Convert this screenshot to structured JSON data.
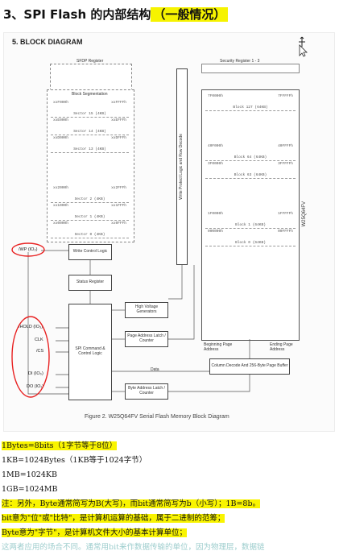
{
  "header": {
    "title_prefix": "3、SPI Flash 的内部结构",
    "title_highlight": "（一般情况）"
  },
  "diagram": {
    "section_title": "5.  BLOCK DIAGRAM",
    "sfdp_label": "SFDP Register",
    "security_label": "Security Register 1 - 3",
    "block_segmentation": "Block Segmentation",
    "sectors": [
      {
        "start": "xxF000h",
        "end": "xxFFFFh",
        "name": "Sector 15 (4KB)"
      },
      {
        "start": "xxE000h",
        "end": "xxEFFFh",
        "name": "Sector 14 (4KB)"
      },
      {
        "start": "xxD000h",
        "end": "xxDFFFh",
        "name": "Sector 13 (4KB)"
      },
      {
        "start": "xx2000h",
        "end": "xx2FFFh",
        "name": "Sector 2 (4KB)"
      },
      {
        "start": "xx1000h",
        "end": "xx1FFFh",
        "name": "Sector 1 (4KB)"
      },
      {
        "start": "xx0000h",
        "end": "xx0FFFh",
        "name": "Sector 0 (4KB)"
      }
    ],
    "blocks": [
      {
        "start": "7F0000h",
        "end": "7FFFFFh",
        "name": "Block 127 (64KB)"
      },
      {
        "start": "40F000h",
        "end": "40FFFFh",
        "name": "Block 64 (64KB)"
      },
      {
        "start": "3F0000h",
        "end": "3FFFFFh",
        "name": "Block 63 (64KB)"
      },
      {
        "start": "1F0000h",
        "end": "1FFFFFh",
        "name": "Block 1 (64KB)"
      },
      {
        "start": "000000h",
        "end": "00FFFFh",
        "name": "Block 0 (64KB)"
      }
    ],
    "chip_label": "W25Q64FV",
    "wp_logic": "Write Protect Logic and Row Decode",
    "write_control": "Write Control Logic",
    "status_register": "Status Register",
    "hv_generators": "High Voltage Generators",
    "spi_logic": "SPI Command & Control Logic",
    "page_address": "Page Address Latch / Counter",
    "byte_address": "Byte Address Latch / Counter",
    "column_decode": "Column Decode And 256-Byte Page Buffer",
    "beginning_page": "Beginning Page Address",
    "ending_page": "Ending Page Address",
    "data_label": "Data",
    "pins": {
      "wp": "/WP (IO₂)",
      "hold": "/HOLD (IO₃)",
      "clk": "CLK",
      "cs": "/CS",
      "di": "DI (IO₀)",
      "do": "DO (IO₁)"
    },
    "caption": "Figure 2.  W25Q64FV Serial Flash Memory Block Diagram"
  },
  "notes": [
    "1Bytes=8bits（1字节等于8位）",
    "1KB=1024Bytes（1KB等于1024字节）",
    "1MB=1024KB",
    "1GB=1024MB",
    "注：另外，Byte通常简写为B(大写)，而bit通常简写为b（小写）；1B=8b。",
    "bit意为\"位\"或\"比特\"，是计算机运算的基础，属于二进制的范筹；",
    "Byte意为\"字节\"，是计算机文件大小的基本计算单位；",
    "这两者应用的场合不同。通常用bit来作数据传输的单位，因为物理层，数据链"
  ],
  "colors": {
    "highlight": "#f6f300",
    "annotation": "#e82020"
  }
}
